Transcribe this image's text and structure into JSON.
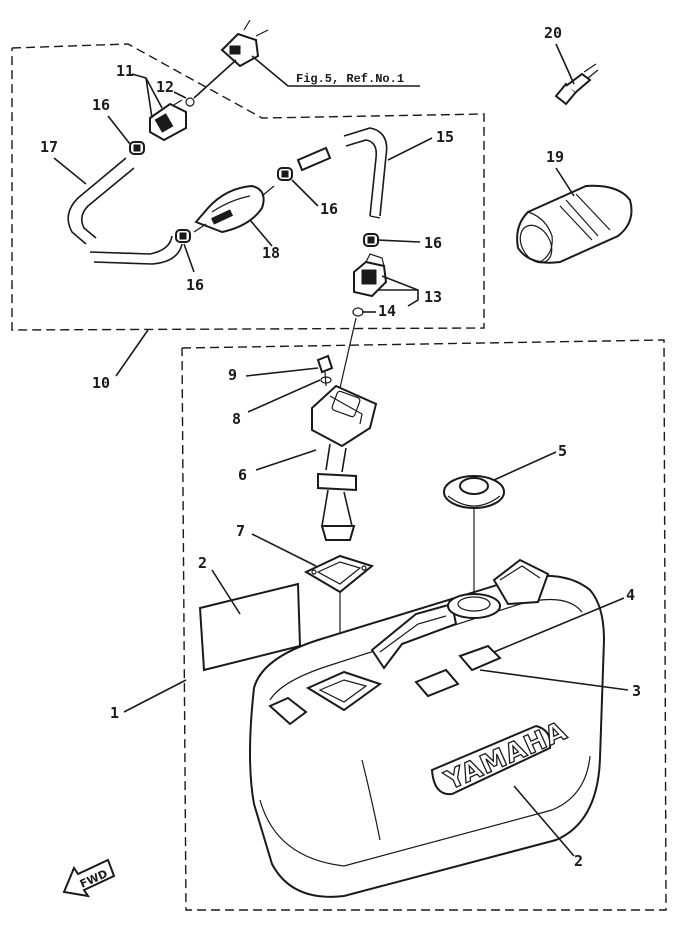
{
  "diagram": {
    "reference_note": "Fig.5, Ref.No.1",
    "brand_label": "YAMAHA",
    "fwd_label": "FWD",
    "callouts": {
      "c1": "1",
      "c2a": "2",
      "c2b": "2",
      "c3": "3",
      "c4": "4",
      "c5": "5",
      "c6": "6",
      "c7": "7",
      "c8": "8",
      "c9": "9",
      "c10": "10",
      "c11": "11",
      "c12": "12",
      "c13": "13",
      "c14": "14",
      "c15": "15",
      "c16a": "16",
      "c16b": "16",
      "c16c": "16",
      "c16d": "16",
      "c17": "17",
      "c18": "18",
      "c19": "19",
      "c20": "20"
    }
  }
}
